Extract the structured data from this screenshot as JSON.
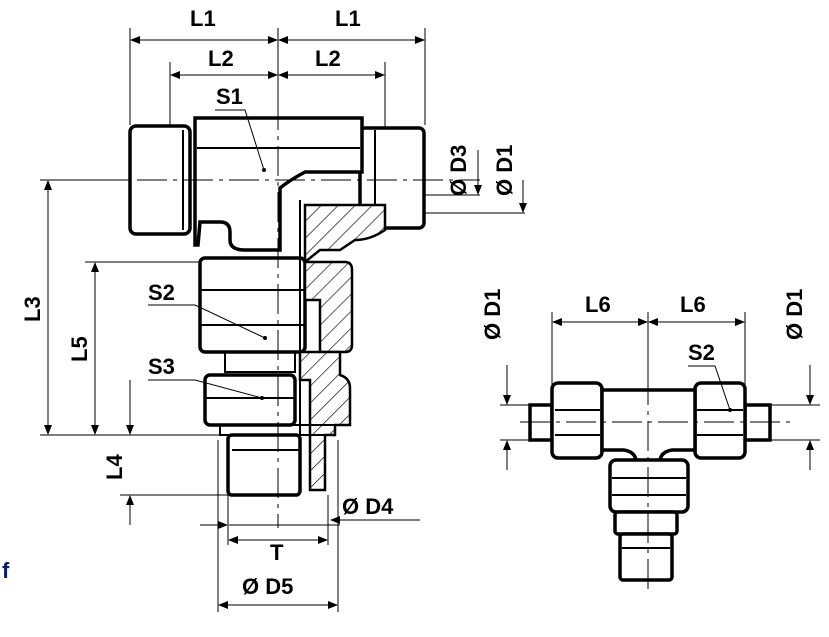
{
  "main_fitting": {
    "L1_left": "L1",
    "L1_right": "L1",
    "L2_left": "L2",
    "L2_right": "L2",
    "S1": "S1",
    "D3": "Ø D3",
    "D1": "Ø D1",
    "L3": "L3",
    "L5": "L5",
    "S2": "S2",
    "S3": "S3",
    "L4": "L4",
    "D4": "Ø D4",
    "T": "T",
    "D5": "Ø D5"
  },
  "small_tee": {
    "D1_left": "Ø D1",
    "D1_right": "Ø D1",
    "L6_left": "L6",
    "L6_right": "L6",
    "S2": "S2"
  },
  "corner_text": "f"
}
